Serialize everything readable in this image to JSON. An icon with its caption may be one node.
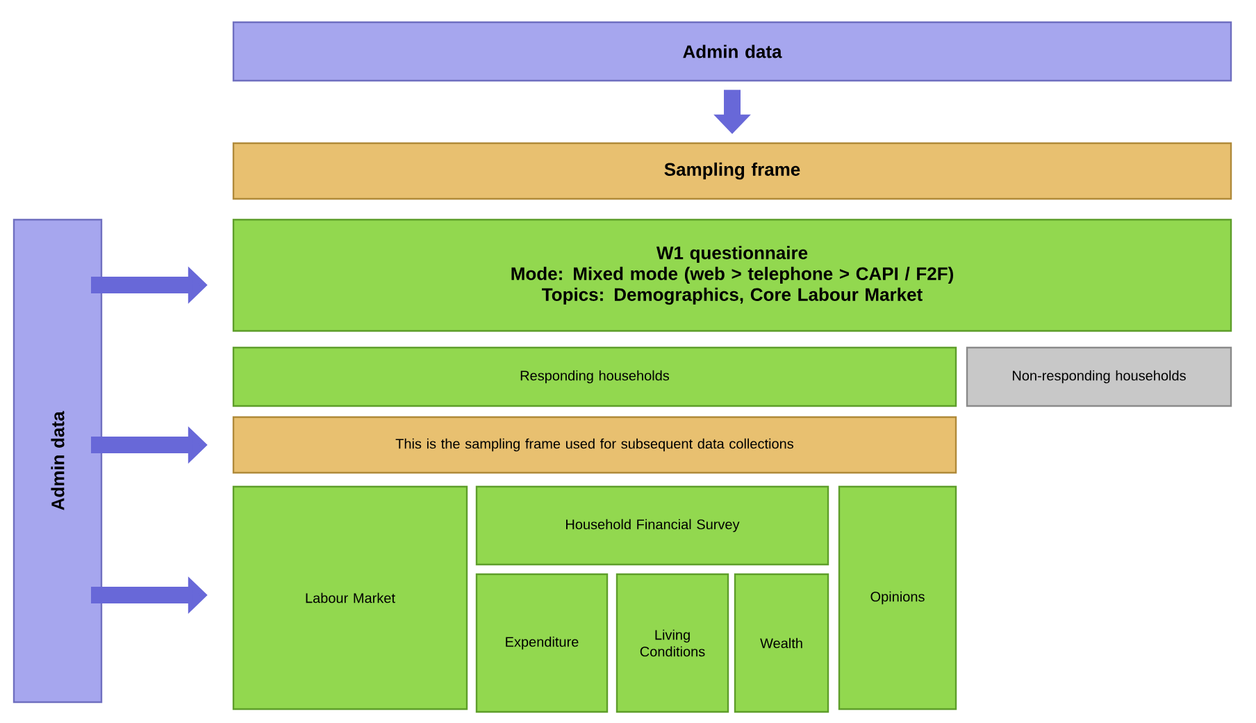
{
  "diagram": {
    "nodes": [
      {
        "text": [
          "Admin data"
        ]
      },
      {
        "text": [
          "Sampling frame"
        ]
      },
      {
        "text": [
          "W1 questionnaire",
          "Mode: Mixed mode (web > telephone > CAPI / F2F)",
          "Topics: Demographics, Core Labour Market"
        ]
      },
      {
        "text": [
          "Admin data"
        ]
      },
      {
        "text": [
          "Responding households"
        ]
      },
      {
        "text": [
          "Non-responding households"
        ]
      },
      {
        "text": [
          "This is the sampling frame used for subsequent data collections"
        ]
      },
      {
        "text": [
          "Labour Market"
        ]
      },
      {
        "text": [
          "Household Financial Survey"
        ]
      },
      {
        "text": [
          "Expenditure"
        ]
      },
      {
        "text": [
          "Living Conditions"
        ]
      },
      {
        "text": [
          "Wealth"
        ]
      },
      {
        "text": [
          "Opinions"
        ]
      }
    ],
    "edges": [
      {
        "from": 0,
        "to": 1,
        "arrow": "to"
      },
      {
        "from": 3,
        "to": 2,
        "arrow": "to"
      },
      {
        "from": 3,
        "to": 6,
        "arrow": "to"
      },
      {
        "from": 3,
        "to": 7,
        "arrow": "to"
      }
    ]
  }
}
